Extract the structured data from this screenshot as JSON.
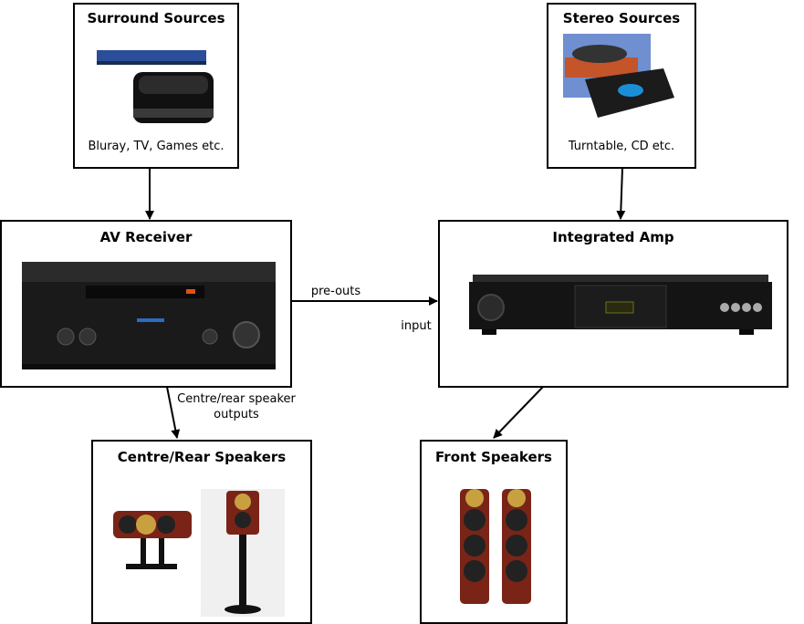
{
  "nodes": {
    "surround": {
      "title": "Surround Sources",
      "caption": "Bluray, TV, Games etc."
    },
    "stereo": {
      "title": "Stereo Sources",
      "caption": "Turntable, CD etc."
    },
    "av_receiver": {
      "title": "AV Receiver"
    },
    "integrated_amp": {
      "title": "Integrated Amp"
    },
    "centre_rear": {
      "title": "Centre/Rear Speakers"
    },
    "front": {
      "title": "Front Speakers"
    }
  },
  "edges": {
    "pre_outs": "pre-outs",
    "input": "input",
    "centre_rear_outputs_line1": "Centre/rear speaker",
    "centre_rear_outputs_line2": "outputs"
  },
  "colors": {
    "line": "#000000",
    "speaker_wood": "#7a2418",
    "device_black": "#1a1a1a"
  }
}
